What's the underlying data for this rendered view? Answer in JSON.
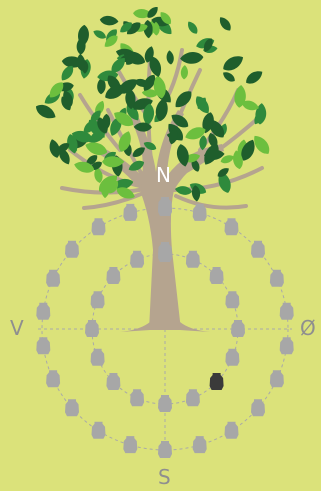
{
  "compass": {
    "north": "N",
    "south": "S",
    "west": "V",
    "east": "Ø"
  },
  "colors": {
    "background": "#dbe27a",
    "trunk": "#b5a48f",
    "leaf_dark": "#1f5e2c",
    "leaf_mid": "#2f8a3c",
    "leaf_light": "#6cbf3e",
    "urn": "#a7a7a7",
    "urn_selected": "#3a3a3a",
    "guide_line": "#a9a9a9"
  },
  "urns": {
    "outer_ring_count": 22,
    "inner_ring_count": 16,
    "trunk_count": 2,
    "selected_count": 1
  }
}
